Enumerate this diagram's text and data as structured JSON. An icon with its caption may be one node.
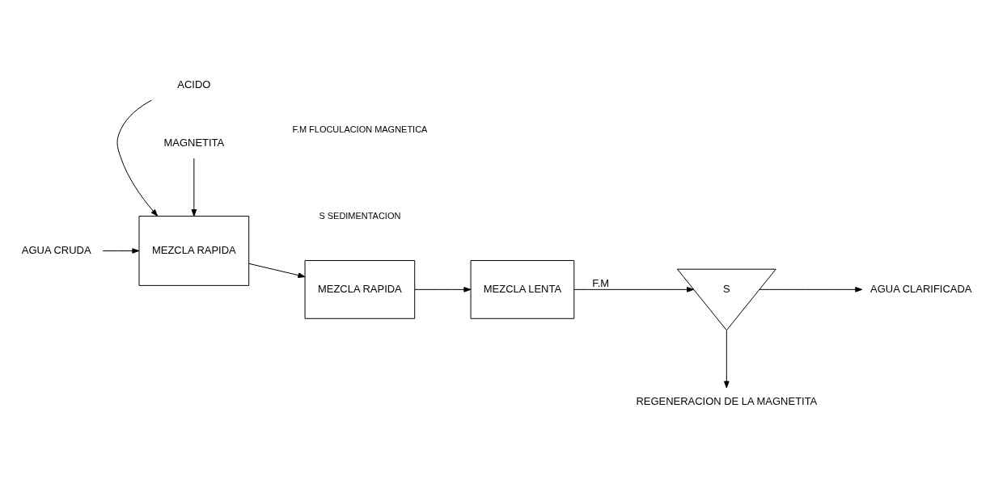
{
  "diagram": {
    "nodes": [
      {
        "text": [
          "AGUA CRUDA"
        ]
      },
      {
        "text": [
          "ACIDO"
        ]
      },
      {
        "text": [
          "MEZCLA RAPIDA"
        ]
      },
      {
        "text": [
          "MAGNETITA"
        ]
      },
      {
        "text": [
          "MEZCLA RAPIDA"
        ]
      },
      {
        "text": [
          "MEZCLA LENTA"
        ]
      },
      {
        "text": [
          "S"
        ]
      },
      {
        "text": [
          "AGUA CLARIFICADA"
        ]
      },
      {
        "text": [
          "REGENERACION DE LA MAGNETITA"
        ]
      }
    ],
    "edges": [
      {
        "from": 0,
        "to": 2,
        "arrow": "to"
      },
      {
        "from": 1,
        "to": 2,
        "arrow": "to"
      },
      {
        "from": 3,
        "to": 2,
        "arrow": "to"
      },
      {
        "from": 2,
        "to": 4,
        "arrow": "to"
      },
      {
        "from": 4,
        "to": 5,
        "arrow": "to"
      },
      {
        "from": 5,
        "to": 6,
        "arrow": "to",
        "label": "F.M"
      },
      {
        "from": 6,
        "to": 7,
        "arrow": "to"
      },
      {
        "from": 6,
        "to": 8,
        "arrow": "to"
      }
    ],
    "labels": [
      "F.M FLOCULACION MAGNETICA",
      "S SEDIMENTACION"
    ]
  }
}
